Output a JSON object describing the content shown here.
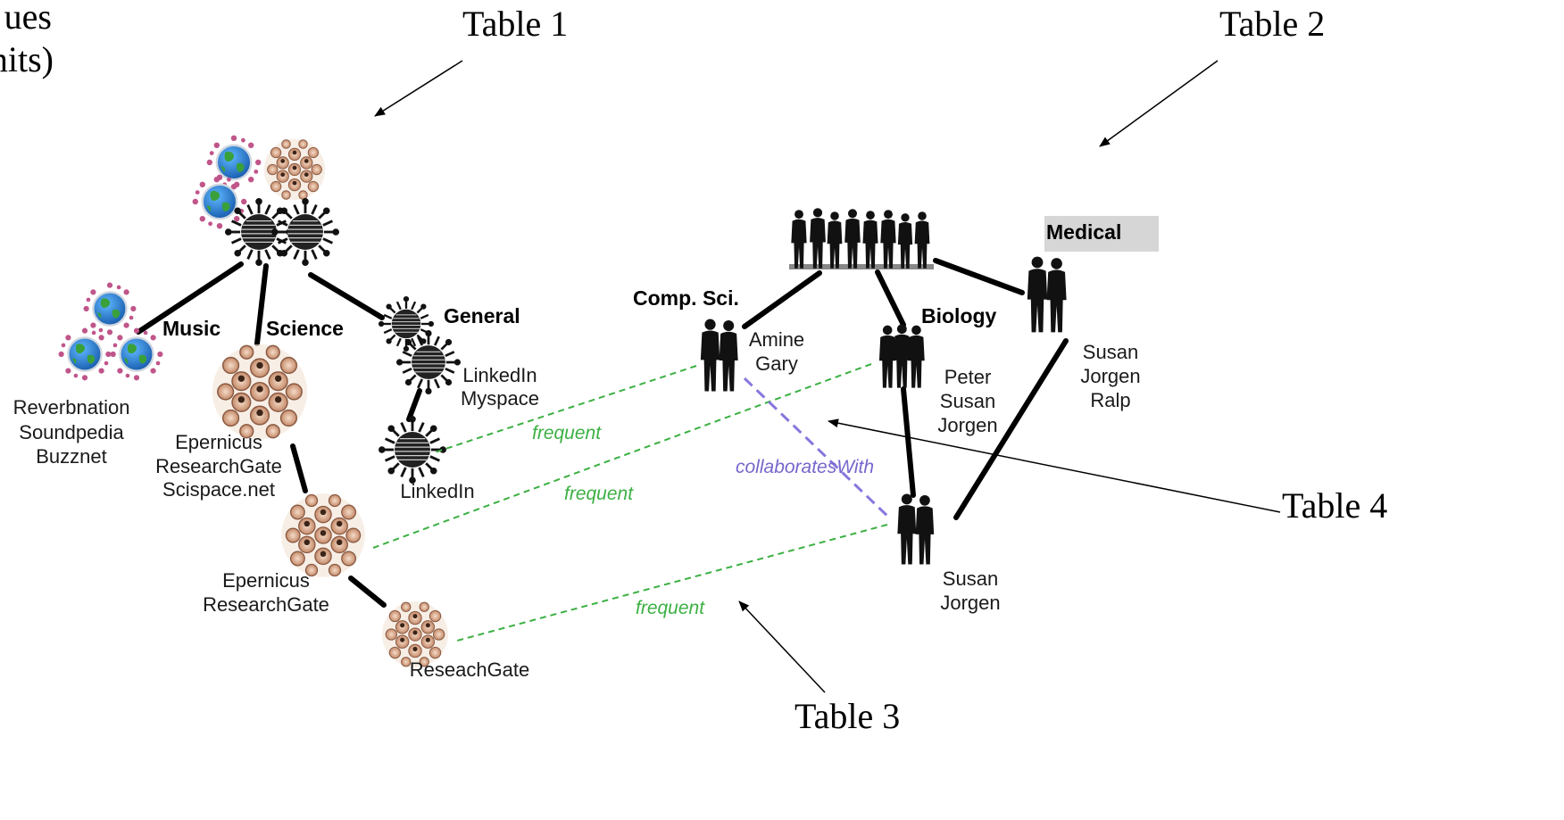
{
  "annotations": {
    "corner_line1": "ues",
    "corner_line2": "nits)",
    "table1": "Table 1",
    "table2": "Table 2",
    "table3": "Table 3",
    "table4": "Table 4"
  },
  "tree1": {
    "category_music": "Music",
    "category_science": "Science",
    "category_general": "General",
    "music_sites": [
      "Reverbnation",
      "Soundpedia",
      "Buzznet"
    ],
    "science_sites": [
      "Epernicus",
      "ResearchGate",
      "Scispace.net"
    ],
    "science_sub_sites": [
      "Epernicus",
      "ResearchGate"
    ],
    "science_leaf_site": "ReseachGate",
    "general_sites": [
      "LinkedIn",
      "Myspace"
    ],
    "general_leaf_site": "LinkedIn"
  },
  "tree2": {
    "category_compsci": "Comp. Sci.",
    "category_biology": "Biology",
    "category_medical": "Medical",
    "compsci_people": [
      "Amine",
      "Gary"
    ],
    "biology_people": [
      "Peter",
      "Susan",
      "Jorgen"
    ],
    "medical_people": [
      "Susan",
      "Jorgen",
      "Ralp"
    ],
    "biology_leaf_people": [
      "Susan",
      "Jorgen"
    ]
  },
  "links": {
    "frequent": "frequent",
    "collaborates": "collaboratesWith"
  },
  "colors": {
    "frequent_link": "#3cb043",
    "collaborates_link": "#8877dd",
    "medical_box": "#d6d6d6",
    "tree_edge": "#000000"
  }
}
